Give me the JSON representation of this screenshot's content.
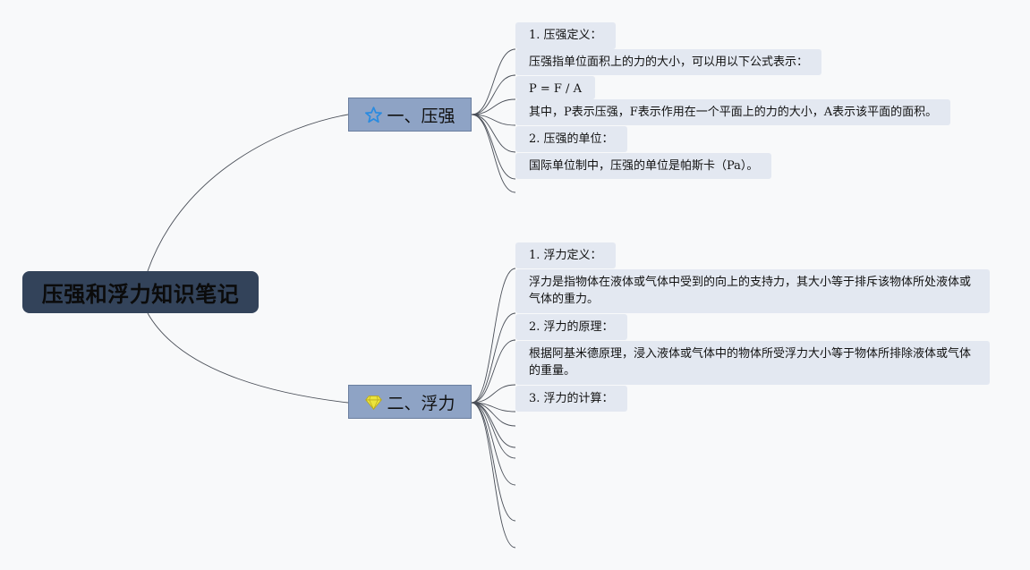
{
  "mindmap": {
    "root": {
      "label": "压强和浮力知识笔记"
    },
    "branches": [
      {
        "label": "一、压强",
        "icon": "star-outline-icon",
        "icon_color": "#2a8be0",
        "items": [
          {
            "text": "1. 压强定义："
          },
          {
            "text": "压强指单位面积上的力的大小，可以用以下公式表示："
          },
          {
            "text": "P = F / A"
          },
          {
            "text": "其中，P表示压强，F表示作用在一个平面上的力的大小，A表示该平面的面积。"
          },
          {
            "text": "2. 压强的单位："
          },
          {
            "text": "国际单位制中，压强的单位是帕斯卡（Pa）。"
          },
          {
            "text": ""
          }
        ]
      },
      {
        "label": "二、浮力",
        "icon": "diamond-icon",
        "icon_color": "#e8e03a",
        "items": [
          {
            "text": "1. 浮力定义："
          },
          {
            "text": "浮力是指物体在液体或气体中受到的向上的支持力，其大小等于排斥该物体所处液体或气体的重力。"
          },
          {
            "text": "2. 浮力的原理："
          },
          {
            "text": "根据阿基米德原理，浸入液体或气体中的物体所受浮力大小等于物体所排除液体或气体的重量。"
          },
          {
            "text": "3. 浮力的计算："
          },
          {
            "text": ""
          },
          {
            "text": ""
          },
          {
            "text": ""
          },
          {
            "text": ""
          },
          {
            "text": ""
          },
          {
            "text": ""
          }
        ]
      }
    ]
  }
}
